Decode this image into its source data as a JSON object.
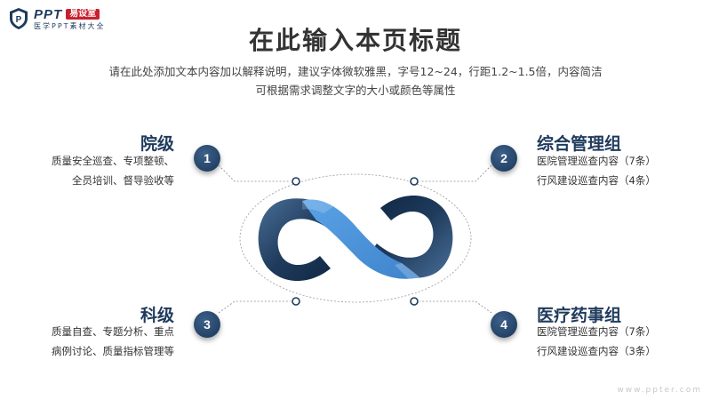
{
  "logo": {
    "name": "PPT",
    "badge": "易设室",
    "tagline": "医学PPT素材大全"
  },
  "title": "在此输入本页标题",
  "description": [
    "请在此处添加文本内容加以解释说明，建议字体微软雅黑，字号12~24，行距1.2~1.5倍，内容简洁",
    "可根据需求调整文字的大小或颜色等属性"
  ],
  "items": [
    {
      "number": "1",
      "title": "院级",
      "lines": [
        "质量安全巡查、专项整顿、",
        "全员培训、督导验收等"
      ]
    },
    {
      "number": "2",
      "title": "综合管理组",
      "lines": [
        "医院管理巡查内容（7条）",
        "行风建设巡查内容（4条）"
      ]
    },
    {
      "number": "3",
      "title": "科级",
      "lines": [
        "质量自查、专题分析、重点",
        "病例讨论、质量指标管理等"
      ]
    },
    {
      "number": "4",
      "title": "医疗药事组",
      "lines": [
        "医院管理巡查内容（7条）",
        "行风建设巡查内容（3条）"
      ]
    }
  ],
  "watermark": "www.ppter.com",
  "colors": {
    "navy": "#1f3b5c",
    "mid_blue": "#2f5d8f",
    "light_blue": "#4a90d6",
    "brand_red": "#c8202c"
  }
}
